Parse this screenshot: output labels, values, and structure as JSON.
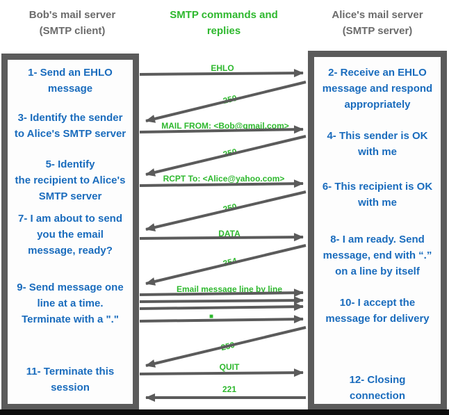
{
  "headers": {
    "client": [
      "Bob's mail server",
      "(SMTP client)"
    ],
    "middle": [
      "SMTP commands and",
      "replies"
    ],
    "server": [
      "Alice's mail server",
      "(SMTP server)"
    ]
  },
  "client_steps": [
    [
      "1- Send an EHLO",
      "message"
    ],
    [
      "3- Identify the sender",
      "to Alice's SMTP server"
    ],
    [
      "5- Identify",
      "the recipient to Alice's",
      "SMTP server"
    ],
    [
      "7- I am about to send",
      "you the email",
      "message, ready?"
    ],
    [
      "9- Send message one",
      "line at a time.",
      "Terminate with a \".\""
    ],
    [
      "11- Terminate this",
      "session"
    ]
  ],
  "server_steps": [
    [
      "2- Receive an EHLO",
      "message and respond",
      "appropriately"
    ],
    [
      "4- This sender is OK",
      "with me"
    ],
    [
      "6- This recipient is OK",
      "with me"
    ],
    [
      "8-  I am ready. Send",
      "message, end with “.”",
      "on a line by itself"
    ],
    [
      "10-  I accept the",
      "message for delivery"
    ],
    [
      "12-  Closing",
      "connection"
    ]
  ],
  "messages": {
    "ehlo": "EHLO",
    "reply_250_1": "250",
    "mail_from": "MAIL FROM: <Bob@gmail.com>",
    "reply_250_2": "250",
    "rcpt_to": "RCPT To: <Alice@yahoo.com>",
    "reply_250_3": "250",
    "data": "DATA",
    "reply_354": "354",
    "email_body": "Email message line by line",
    "terminating_dot": "■",
    "reply_250_4": "250",
    "quit": "QUIT",
    "reply_221": "221"
  },
  "colors": {
    "step_text_blue": "#1a6cbd",
    "command_green": "#2eb82e",
    "server_gray": "#5b5b5b",
    "header_gray": "#6b6b6b",
    "footer_black": "#0d0d0d"
  }
}
